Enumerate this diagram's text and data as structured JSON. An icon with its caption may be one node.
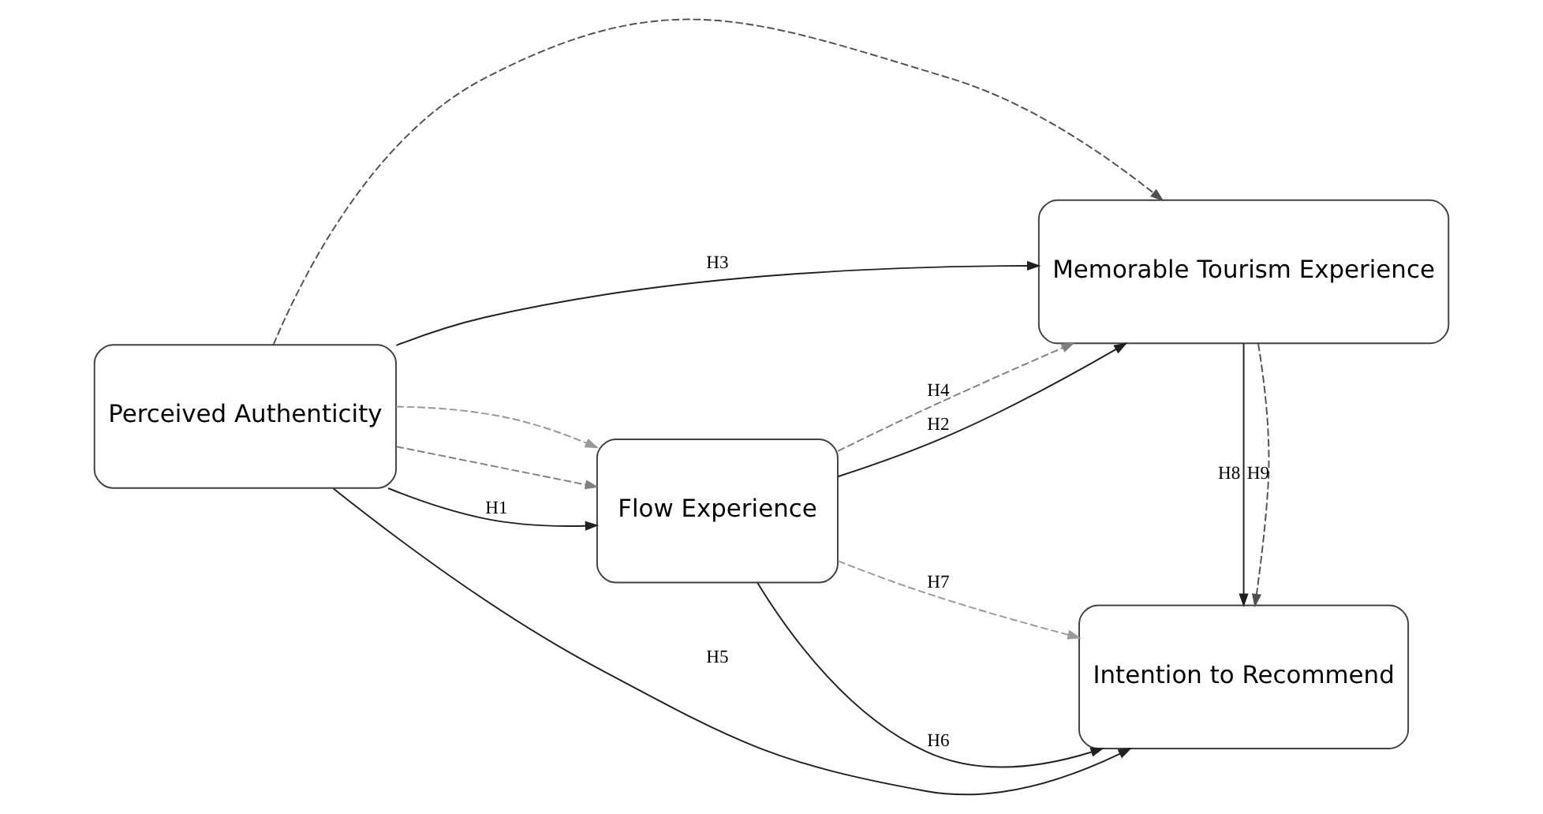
{
  "diagram": {
    "nodes": [
      {
        "text": [
          "Perceived Authenticity"
        ]
      },
      {
        "text": [
          "Flow Experience"
        ]
      },
      {
        "text": [
          "Memorable Tourism Experience"
        ]
      },
      {
        "text": [
          "Intention to Recommend"
        ]
      }
    ],
    "edges": [
      {
        "from": 0,
        "to": 2,
        "arrow": "to",
        "style": "dashed",
        "color": "#505050"
      },
      {
        "from": 0,
        "to": 2,
        "arrow": "to",
        "label": "H3"
      },
      {
        "from": 0,
        "to": 1,
        "arrow": "to",
        "style": "dashed",
        "color": "#808080"
      },
      {
        "from": 0,
        "to": 1,
        "arrow": "to",
        "label": "H1"
      },
      {
        "from": 0,
        "to": 1,
        "arrow": "to",
        "style": "dashed",
        "color": "#999999"
      },
      {
        "from": 1,
        "to": 2,
        "arrow": "to",
        "label": "H4",
        "style": "dashed",
        "color": "#808080"
      },
      {
        "from": 1,
        "to": 2,
        "arrow": "to",
        "label": "H2"
      },
      {
        "from": 1,
        "to": 3,
        "arrow": "to",
        "label": "H6"
      },
      {
        "from": 1,
        "to": 3,
        "arrow": "to",
        "label": "H7",
        "style": "dashed",
        "color": "#999999"
      },
      {
        "from": 0,
        "to": 3,
        "arrow": "to",
        "label": "H5"
      },
      {
        "from": 2,
        "to": 3,
        "arrow": "to",
        "label": "H8"
      },
      {
        "from": 2,
        "to": 3,
        "arrow": "to",
        "label": "H9",
        "style": "dashed",
        "color": "#505050"
      }
    ]
  }
}
